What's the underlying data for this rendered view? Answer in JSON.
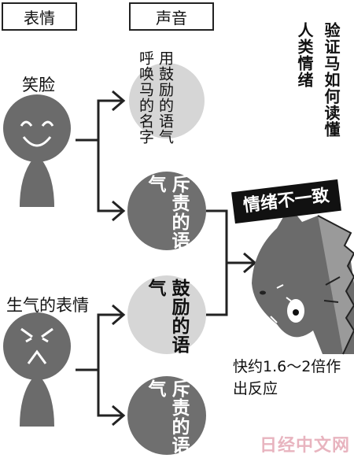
{
  "headers": {
    "expression": "表情",
    "voice": "声音"
  },
  "title_vertical": "验证马如何读懂人类情绪",
  "faces": {
    "smile_label": "笑脸",
    "angry_label": "生气的表情"
  },
  "voices": {
    "v1": "用鼓励的语气呼唤马的名字",
    "v2": "斥责的语气",
    "v3": "鼓励的语气",
    "v4": "斥责的语气"
  },
  "mismatch_banner": "情绪不一致",
  "reaction_text": "快约1.6～2倍作出反应",
  "watermark": "日经中文网",
  "colors": {
    "figure_gray": "#6b6b6b",
    "circle_light": "#d6d6d6",
    "circle_dark": "#6f6f6f",
    "banner_bg": "#111111",
    "watermark": "#e8b4bf"
  }
}
